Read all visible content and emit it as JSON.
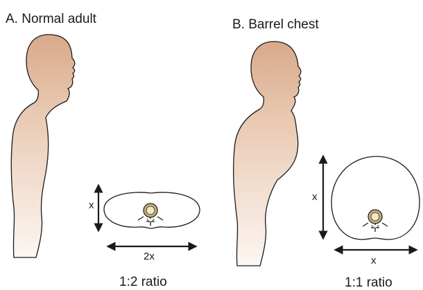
{
  "panels": [
    {
      "title": "A. Normal adult",
      "ratio": "1:2 ratio",
      "vertical_label": "x",
      "horizontal_label": "2x"
    },
    {
      "title": "B. Barrel chest",
      "ratio": "1:1 ratio",
      "vertical_label": "x",
      "horizontal_label": "x"
    }
  ],
  "colors": {
    "skin_top": "#d9a98a",
    "skin_bottom": "#fbf3ee",
    "outline": "#1a1a1a",
    "vertebra": "#c9b07a"
  }
}
